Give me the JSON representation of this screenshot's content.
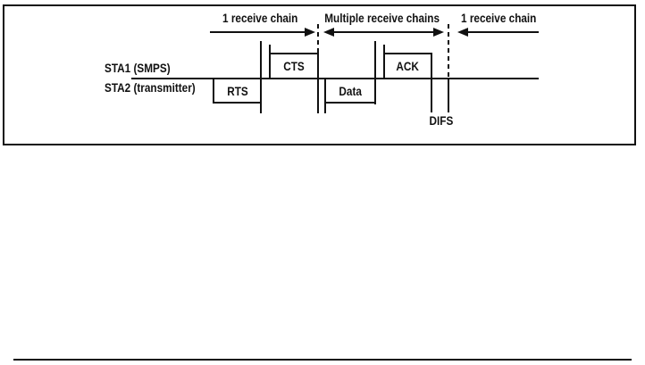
{
  "page": {
    "figure": {
      "phase_labels": [
        "1 receive chain",
        "Multiple receive chains",
        "1 receive chain"
      ],
      "stations": [
        {
          "label": "STA1 (SMPS)"
        },
        {
          "label": "STA2 (transmitter)"
        }
      ],
      "frames": [
        {
          "label": "RTS",
          "row": "STA2",
          "position": "below-line"
        },
        {
          "label": "CTS",
          "row": "STA1",
          "position": "above-line"
        },
        {
          "label": "Data",
          "row": "STA2",
          "position": "below-line"
        },
        {
          "label": "ACK",
          "row": "STA1",
          "position": "above-line"
        }
      ],
      "difs_label": "DIFS",
      "colors": {
        "ink": "#111111",
        "background": "#ffffff"
      }
    }
  }
}
